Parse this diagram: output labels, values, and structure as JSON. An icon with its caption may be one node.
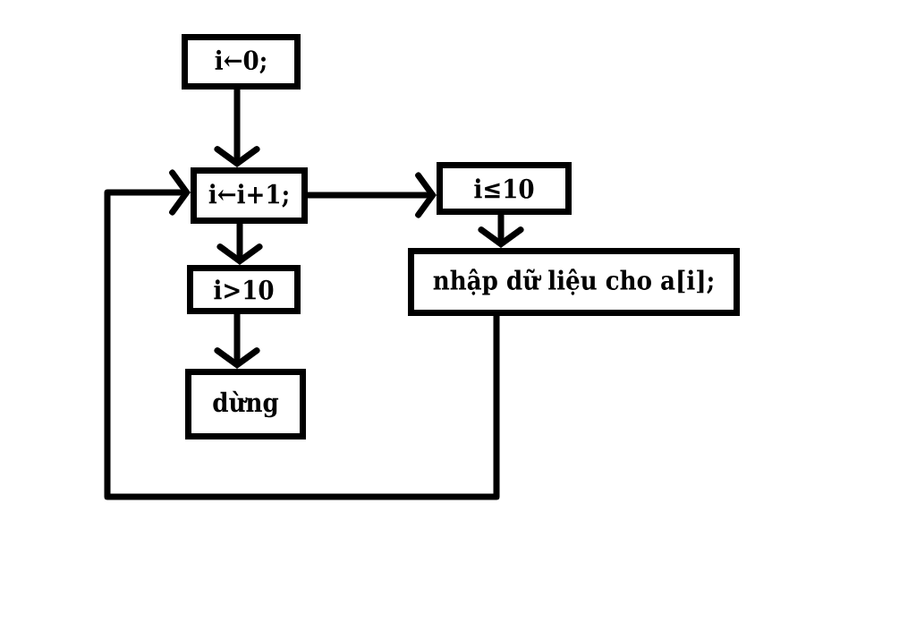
{
  "diagram": {
    "nodes": [
      {
        "text": [
          "i←0;"
        ]
      },
      {
        "text": [
          "i←i+1;"
        ]
      },
      {
        "text": [
          "i>10"
        ]
      },
      {
        "text": [
          "dừng"
        ]
      },
      {
        "text": [
          "i≤10"
        ]
      },
      {
        "text": [
          "nhập dữ liệu cho a[i];"
        ]
      }
    ],
    "edges": [
      {
        "from": 0,
        "to": 1,
        "arrow": "to"
      },
      {
        "from": 1,
        "to": 2,
        "arrow": "to"
      },
      {
        "from": 2,
        "to": 3,
        "arrow": "to"
      },
      {
        "from": 1,
        "to": 4,
        "arrow": "to"
      },
      {
        "from": 4,
        "to": 5,
        "arrow": "to"
      },
      {
        "from": 5,
        "to": 1,
        "arrow": "to"
      }
    ]
  }
}
